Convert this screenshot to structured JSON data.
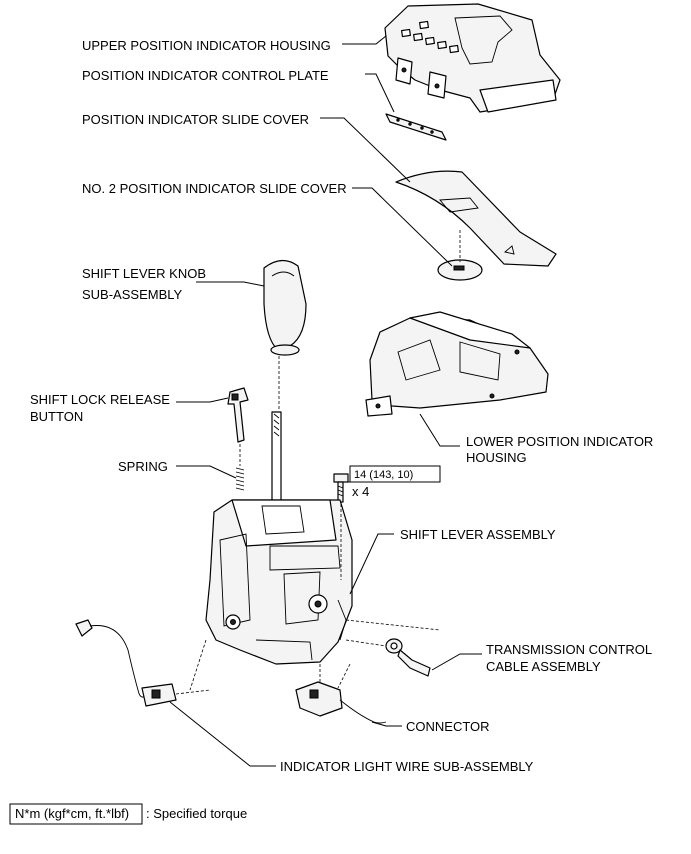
{
  "labels": {
    "upper_position_indicator_housing": "UPPER POSITION INDICATOR HOUSING",
    "position_indicator_control_plate": "POSITION INDICATOR CONTROL PLATE",
    "position_indicator_slide_cover": "POSITION INDICATOR SLIDE COVER",
    "no2_position_indicator_slide_cover": "NO. 2 POSITION INDICATOR SLIDE COVER",
    "shift_lever_knob_line1": "SHIFT LEVER KNOB",
    "shift_lever_knob_line2": "SUB-ASSEMBLY",
    "shift_lock_release_line1": "SHIFT LOCK RELEASE",
    "shift_lock_release_line2": "BUTTON",
    "spring": "SPRING",
    "lower_position_indicator_line1": "LOWER POSITION INDICATOR",
    "lower_position_indicator_line2": "HOUSING",
    "shift_lever_assembly": "SHIFT LEVER ASSEMBLY",
    "transmission_control_line1": "TRANSMISSION CONTROL",
    "transmission_control_line2": "CABLE ASSEMBLY",
    "connector": "CONNECTOR",
    "indicator_light_wire": "INDICATOR LIGHT WIRE SUB-ASSEMBLY"
  },
  "torque": {
    "value": "14 (143, 10)",
    "quantity": "x 4"
  },
  "legend": {
    "unit_box": "N*m (kgf*cm, ft.*lbf)",
    "description": ": Specified torque"
  }
}
